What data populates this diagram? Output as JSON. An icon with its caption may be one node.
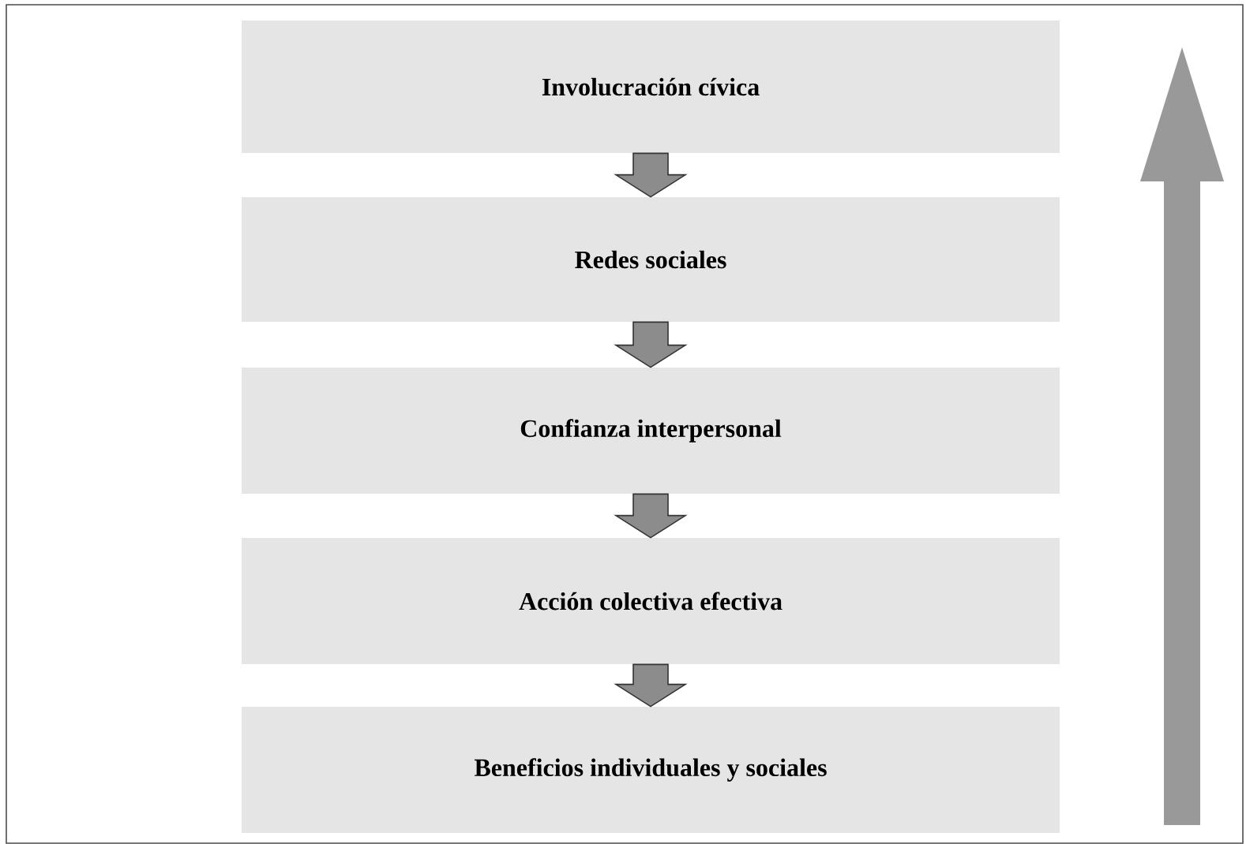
{
  "diagram": {
    "nodes": [
      {
        "text": [
          "Involucración cívica"
        ]
      },
      {
        "text": [
          "Redes sociales"
        ]
      },
      {
        "text": [
          "Confianza interpersonal"
        ]
      },
      {
        "text": [
          "Acción colectiva efectiva"
        ]
      },
      {
        "text": [
          "Beneficios individuales y sociales"
        ]
      }
    ],
    "edges": [
      {
        "from": 0,
        "to": 1,
        "arrow": "to"
      },
      {
        "from": 1,
        "to": 2,
        "arrow": "to"
      },
      {
        "from": 2,
        "to": 3,
        "arrow": "to"
      },
      {
        "from": 3,
        "to": 4,
        "arrow": "to"
      }
    ]
  }
}
